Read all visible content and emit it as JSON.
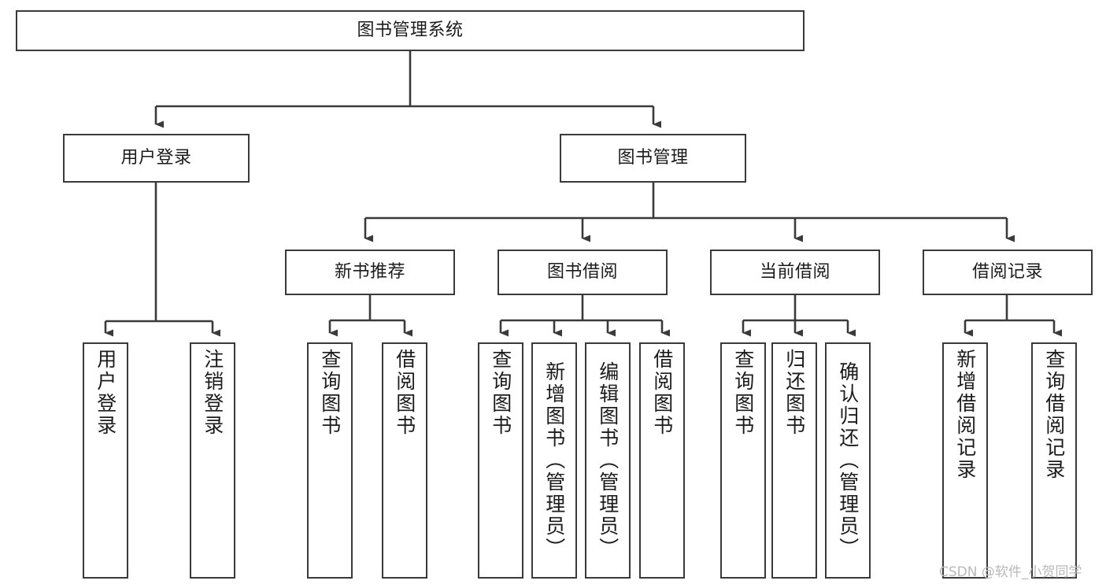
{
  "diagram": {
    "type": "tree-hierarchy",
    "title": "图书管理系统",
    "watermark": "CSDN @软件_小贺同学",
    "colors": {
      "border": "#3a3a3a",
      "background": "#ffffff",
      "text": "#1b1b1b",
      "watermark": "#b9b9b9"
    },
    "root": {
      "label": "图书管理系统"
    },
    "level1": [
      {
        "label": "用户登录"
      },
      {
        "label": "图书管理"
      }
    ],
    "level2": [
      {
        "label": "新书推荐"
      },
      {
        "label": "图书借阅"
      },
      {
        "label": "当前借阅"
      },
      {
        "label": "借阅记录"
      }
    ],
    "leaves": {
      "user_login": [
        {
          "label": "用户登录"
        },
        {
          "label": "注销登录"
        }
      ],
      "new_book_recommend": [
        {
          "label": "查询图书"
        },
        {
          "label": "借阅图书"
        }
      ],
      "book_borrow": [
        {
          "label": "查询图书"
        },
        {
          "label": "新增图书（管理员）"
        },
        {
          "label": "编辑图书（管理员）"
        },
        {
          "label": "借阅图书"
        }
      ],
      "current_borrow": [
        {
          "label": "查询图书"
        },
        {
          "label": "归还图书"
        },
        {
          "label": "确认归还（管理员）"
        }
      ],
      "borrow_records": [
        {
          "label": "新增借阅记录"
        },
        {
          "label": "查询借阅记录"
        }
      ]
    }
  }
}
